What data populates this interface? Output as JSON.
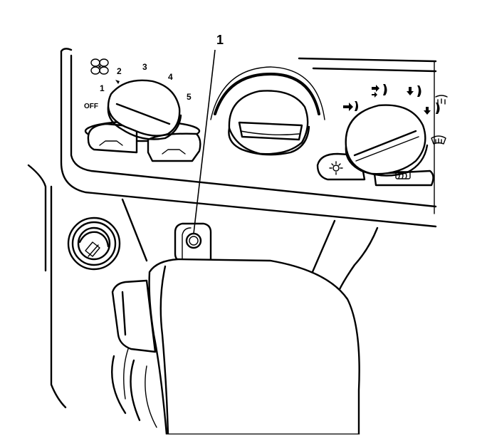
{
  "callout": {
    "number": "1"
  },
  "fan_speed_dial": {
    "labels": [
      "OFF",
      "1",
      "2",
      "3",
      "4",
      "5"
    ]
  },
  "icons": {
    "fan": "fan-icon",
    "recirculation_left": "recirculation-car-icon",
    "fresh_air": "fresh-air-car-icon",
    "panel_vent": "panel-vent-mode-icon",
    "bi_level": "bi-level-mode-icon",
    "floor": "floor-mode-icon",
    "floor_defrost": "floor-defrost-mode-icon",
    "defrost": "windshield-defrost-icon",
    "rear_defog": "rear-defog-icon",
    "light": "dimmer-light-icon"
  },
  "colors": {
    "line": "#000000",
    "fill": "#ffffff"
  }
}
